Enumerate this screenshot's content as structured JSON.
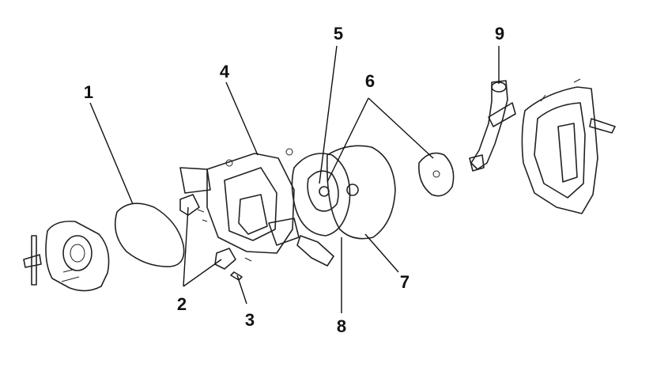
{
  "diagram": {
    "colors": {
      "ink": "#222222",
      "label": "#111111",
      "paper": "#ffffff",
      "texture": "#6b6b6b"
    },
    "callouts": [
      {
        "id": "1",
        "text": "1"
      },
      {
        "id": "2",
        "text": "2"
      },
      {
        "id": "3",
        "text": "3"
      },
      {
        "id": "4",
        "text": "4"
      },
      {
        "id": "5",
        "text": "5"
      },
      {
        "id": "6",
        "text": "6"
      },
      {
        "id": "7",
        "text": "7"
      },
      {
        "id": "8",
        "text": "8"
      },
      {
        "id": "9",
        "text": "9"
      }
    ]
  }
}
